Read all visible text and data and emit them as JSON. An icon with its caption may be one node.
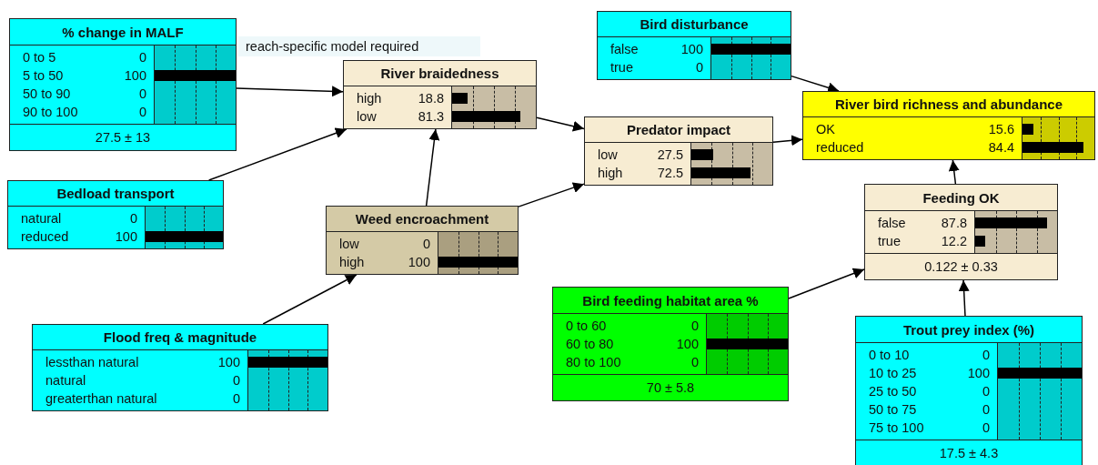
{
  "diagram": {
    "nodes": [
      {
        "text": [
          "% change in MALF",
          "0 to 5",
          "0",
          "5 to 50",
          "100",
          "50 to 90",
          "0",
          "90 to 100",
          "0",
          "27.5 ± 13"
        ]
      },
      {
        "text": [
          "River braidedness",
          "high",
          "18.8",
          "low",
          "81.3"
        ]
      },
      {
        "text": [
          "Bird disturbance",
          "false",
          "100",
          "true",
          "0"
        ]
      },
      {
        "text": [
          "River bird richness and abundance",
          "OK",
          "15.6",
          "reduced",
          "84.4"
        ]
      },
      {
        "text": [
          "Predator impact",
          "low",
          "27.5",
          "high",
          "72.5"
        ]
      },
      {
        "text": [
          "Bedload transport",
          "natural",
          "0",
          "reduced",
          "100"
        ]
      },
      {
        "text": [
          "Weed encroachment",
          "low",
          "0",
          "high",
          "100"
        ]
      },
      {
        "text": [
          "Feeding OK",
          "false",
          "87.8",
          "true",
          "12.2",
          "0.122 ± 0.33"
        ]
      },
      {
        "text": [
          "Bird feeding habitat area %",
          "0 to 60",
          "0",
          "60 to 80",
          "100",
          "80 to 100",
          "0",
          "70 ± 5.8"
        ]
      },
      {
        "text": [
          "Flood freq & magnitude",
          "lessthan natural",
          "100",
          "natural",
          "0",
          "greaterthan natural",
          "0"
        ]
      },
      {
        "text": [
          "Trout prey index (%)",
          "0 to 10",
          "0",
          "10 to 25",
          "100",
          "25 to 50",
          "0",
          "50 to 75",
          "0",
          "75 to 100",
          "0",
          "17.5 ± 4.3"
        ]
      }
    ],
    "edges": [
      {
        "from": 0,
        "to": 1,
        "arrow": "to"
      },
      {
        "from": 5,
        "to": 1,
        "arrow": "to"
      },
      {
        "from": 6,
        "to": 1,
        "arrow": "to"
      },
      {
        "from": 9,
        "to": 6,
        "arrow": "to"
      },
      {
        "from": 1,
        "to": 4,
        "arrow": "to"
      },
      {
        "from": 6,
        "to": 4,
        "arrow": "to"
      },
      {
        "from": 2,
        "to": 3,
        "arrow": "to"
      },
      {
        "from": 4,
        "to": 3,
        "arrow": "to"
      },
      {
        "from": 7,
        "to": 3,
        "arrow": "to"
      },
      {
        "from": 8,
        "to": 7,
        "arrow": "to"
      },
      {
        "from": 10,
        "to": 7,
        "arrow": "to"
      }
    ],
    "labels": [
      "reach-specific model required"
    ]
  }
}
